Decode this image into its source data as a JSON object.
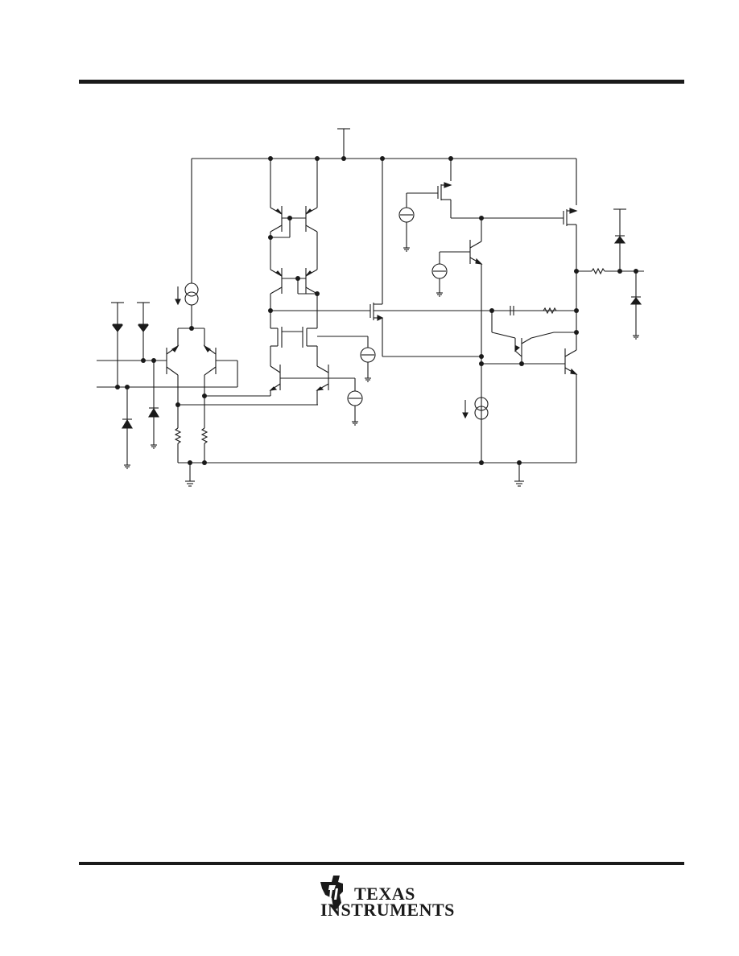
{
  "header": {
    "rule_color": "#1a1a1a"
  },
  "footer": {
    "logo": {
      "icon": "ti-state-logo-icon",
      "line1": "TEXAS",
      "line2": "INSTRUMENTS"
    }
  },
  "schematic": {
    "stroke_color": "#1a1a1a",
    "components": [
      "transistors",
      "diodes",
      "resistors",
      "capacitor",
      "current-sources",
      "ground-symbols"
    ]
  }
}
